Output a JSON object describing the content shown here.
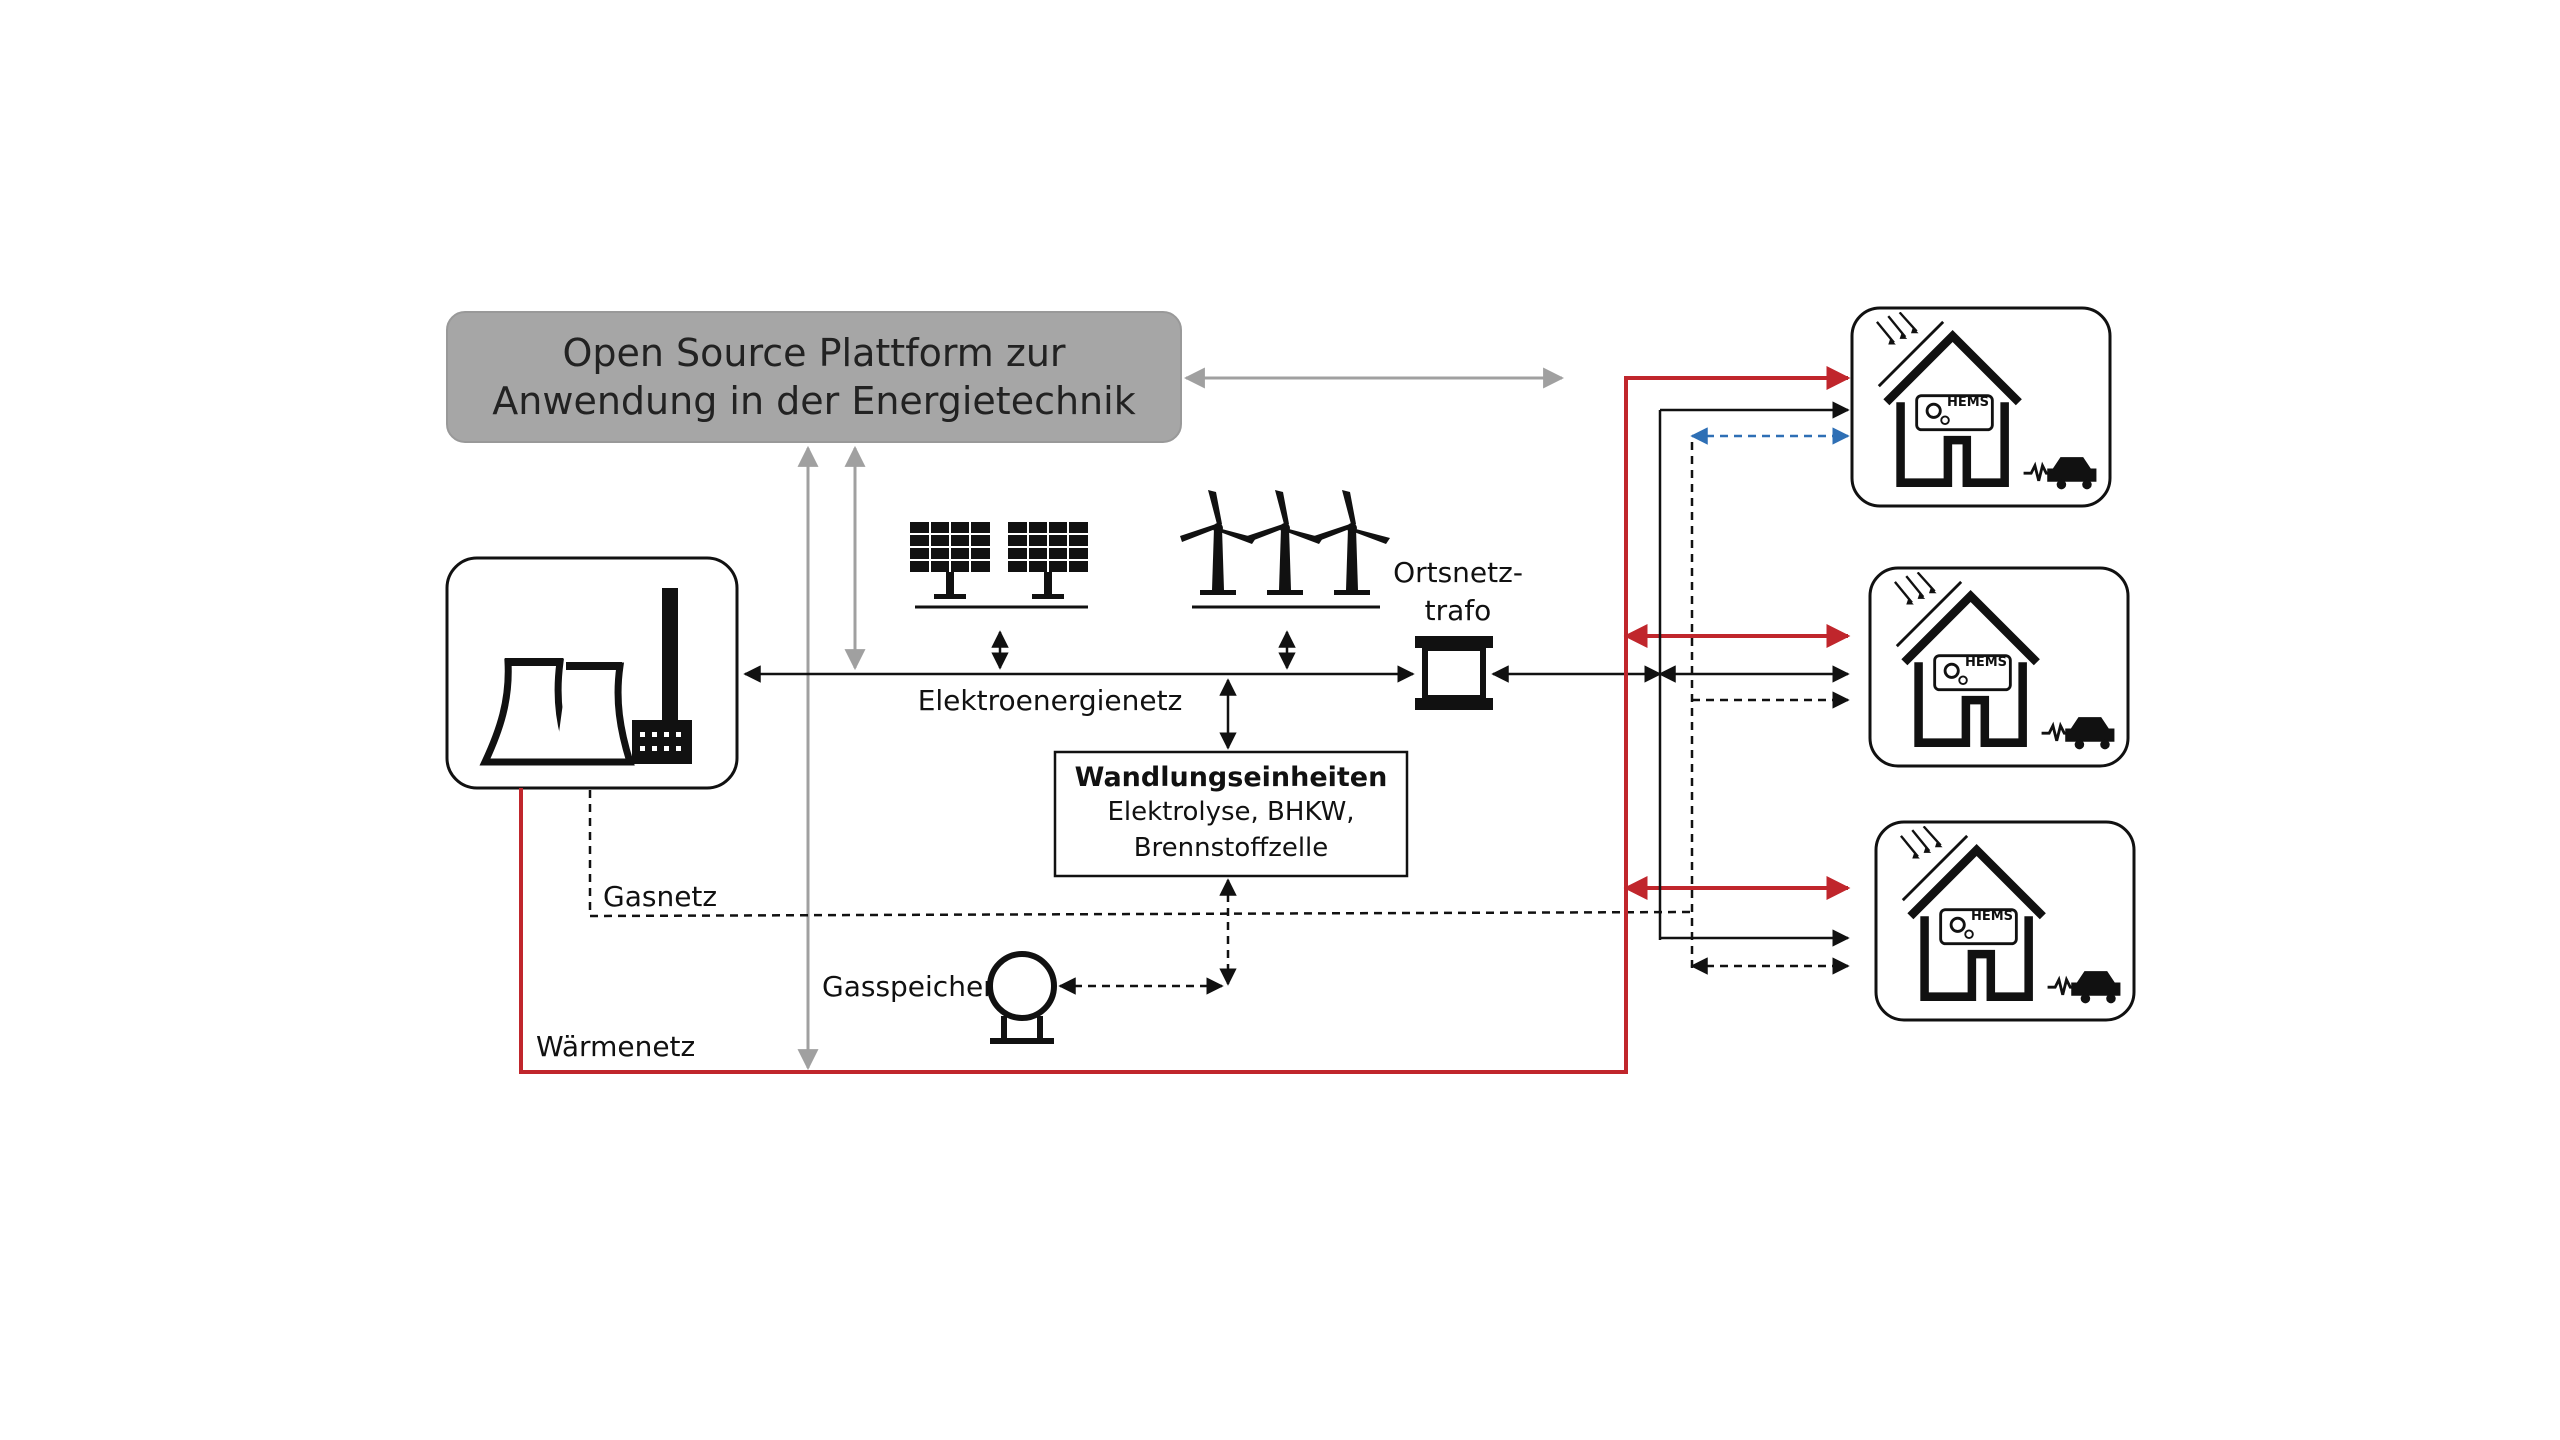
{
  "platform": {
    "line1": "Open Source Plattform zur",
    "line2": "Anwendung in der Energietechnik"
  },
  "labels": {
    "grid": "Elektroenergienetz",
    "transformer_line1": "Ortsnetz-",
    "transformer_line2": "trafo",
    "gas_grid": "Gasnetz",
    "gas_storage": "Gasspeicher",
    "heat_grid": "Wärmenetz"
  },
  "conversion": {
    "title": "Wandlungseinheiten",
    "line2": "Elektrolyse, BHKW,",
    "line3": "Brennstoffzelle"
  },
  "houses": [
    {
      "hems": "HEMS"
    },
    {
      "hems": "HEMS"
    },
    {
      "hems": "HEMS"
    }
  ],
  "colors": {
    "heat_line": "#c0262c",
    "data_line": "#2e6fb5",
    "platform_fill": "#a6a6a6",
    "gray_arrow": "#a0a0a0"
  },
  "icons": [
    "power-plant-icon",
    "solar-panel-icon",
    "wind-turbine-icon",
    "transformer-icon",
    "gas-tank-icon",
    "house-icon",
    "car-icon"
  ]
}
